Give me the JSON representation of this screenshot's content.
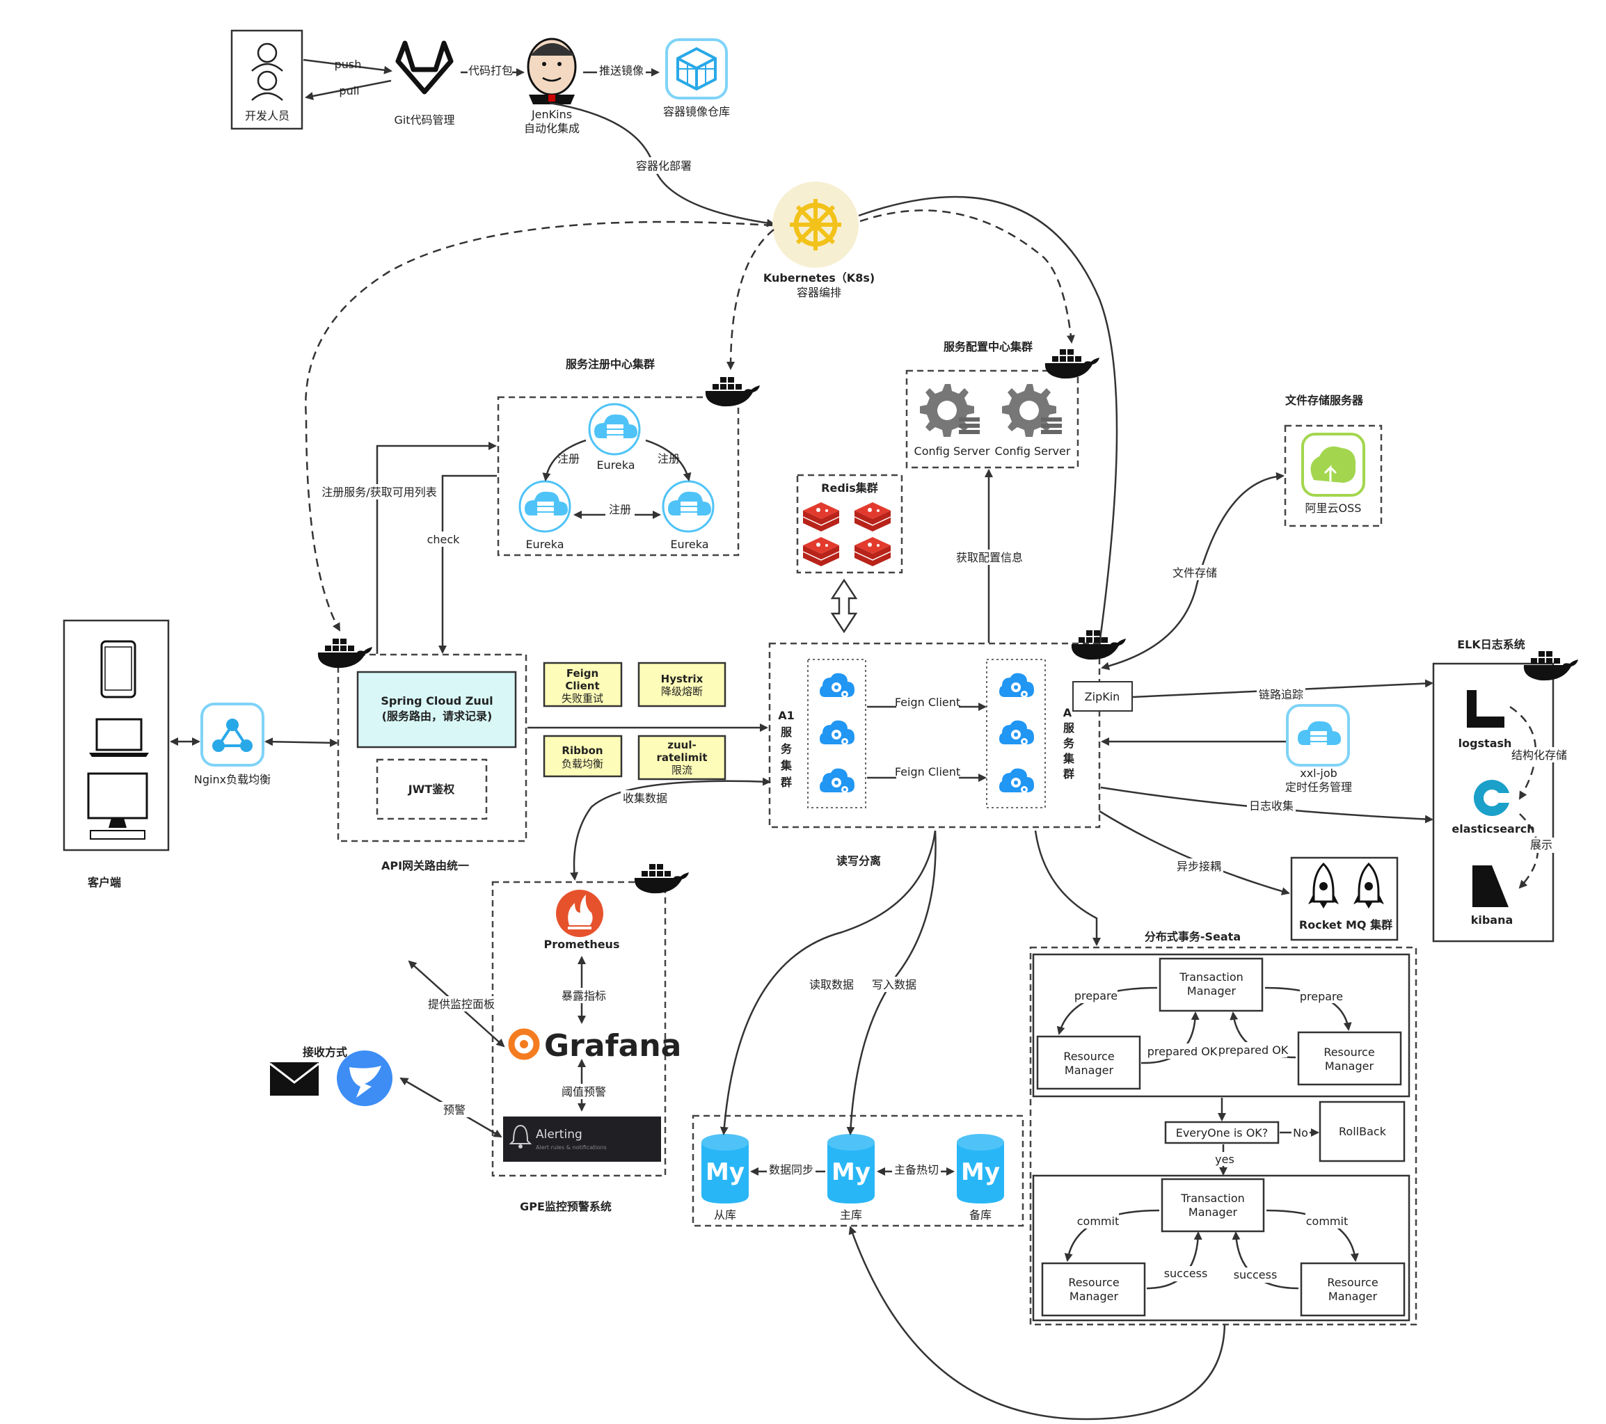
{
  "nodes": {
    "developer": "开发人员",
    "git": "Git代码管理",
    "jenkins_1": "JenKins",
    "jenkins_2": "自动化集成",
    "registry": "容器镜像仓库",
    "k8s_1": "Kubernetes（K8s)",
    "k8s_2": "容器编排",
    "eureka_cluster": "服务注册中心集群",
    "eureka": "Eureka",
    "config_cluster": "服务配置中心集群",
    "config_server": "Config Server",
    "file_storage": "文件存储服务器",
    "oss": "阿里云OSS",
    "redis": "Redis集群",
    "client": "客户端",
    "nginx": "Nginx负载均衡",
    "zuul_1": "Spring Cloud Zuul",
    "zuul_2": "(服务路由，请求记录)",
    "jwt": "JWT鉴权",
    "gateway_caption": "API网关路由统一",
    "feign_1": "Feign",
    "feign_2": "Client",
    "feign_3": "失败重试",
    "hystrix_1": "Hystrix",
    "hystrix_2": "降级熔断",
    "ribbon_1": "Ribbon",
    "ribbon_2": "负载均衡",
    "zuul_rl_1": "zuul-",
    "zuul_rl_2": "ratelimit",
    "zuul_rl_3": "限流",
    "a1_cluster": [
      "A1",
      "服",
      "务",
      "集",
      "群"
    ],
    "a2_cluster": [
      "A",
      "服",
      "务",
      "集",
      "群"
    ],
    "feign_client": "Feign Client",
    "zipkin": "ZipKin",
    "xxljob_1": "xxl-job",
    "xxljob_2": "定时任务管理",
    "elk": "ELK日志系统",
    "logstash": "logstash",
    "elasticsearch": "elasticsearch",
    "kibana": "kibana",
    "rocketmq": "Rocket MQ 集群",
    "rw_split": "读写分离",
    "gpe_caption": "GPE监控预警系统",
    "prometheus": "Prometheus",
    "grafana": "Grafana",
    "alerting": "Alerting",
    "alerting_sub": "Alert rules & notifications",
    "receive": "接收方式",
    "mysql_slave": "从库",
    "mysql_master": "主库",
    "mysql_backup": "备库",
    "mysql_logo": "My",
    "seata": "分布式事务-Seata",
    "tm_1": "Transaction",
    "tm_2": "Manager",
    "rm_1": "Resource",
    "rm_2": "Manager",
    "everyone_ok": "EveryOne is OK?",
    "rollback": "RollBack"
  },
  "edges": {
    "push": "push",
    "pull": "pull",
    "package": "代码打包",
    "push_image": "推送镜像",
    "deploy": "容器化部署",
    "register": "注册",
    "register_list": "注册服务/获取可用列表",
    "check": "check",
    "get_config": "获取配置信息",
    "file_store": "文件存储",
    "trace": "链路追踪",
    "structured_store": "结构化存储",
    "display": "展示",
    "log_collect": "日志收集",
    "async_decouple": "异步接耦",
    "collect_data": "收集数据",
    "expose_metrics": "暴露指标",
    "dashboard": "提供监控面板",
    "threshold": "阈值预警",
    "alert": "预警",
    "read_data": "读取数据",
    "write_data": "写入数据",
    "data_sync": "数据同步",
    "hot_standby": "主备热切",
    "prepare": "prepare",
    "prepared_ok": "prepared OK",
    "no": "No",
    "yes": "yes",
    "commit": "commit",
    "success": "success"
  },
  "colors": {
    "eureka_blue": "#4fc3f7",
    "mysql_blue": "#29b6f6",
    "zuul_fill": "#d9f7f7",
    "note_yellow": "#fdfcb8",
    "redis_red": "#d82c20",
    "grafana_orange": "#f47c20",
    "prometheus_orange": "#e6522c",
    "oss_green": "#a3d64e",
    "k8s_bg": "#f7efd2",
    "k8s_yellow": "#f2c21a",
    "elastic_teal": "#1ba0c9",
    "dingtalk_blue": "#3d8df5"
  },
  "icons": [
    "person-icon",
    "gitlab-fox-icon",
    "jenkins-butler-icon",
    "docker-whale-icon",
    "cube-registry-icon",
    "helm-wheel-icon",
    "cloud-server-icon",
    "gear-icon",
    "redis-stack-icon",
    "tablet-icon",
    "laptop-icon",
    "monitor-icon",
    "share-icon",
    "database-icon",
    "rocket-icon",
    "envelope-icon",
    "dingtalk-icon",
    "bell-icon",
    "flame-icon"
  ]
}
